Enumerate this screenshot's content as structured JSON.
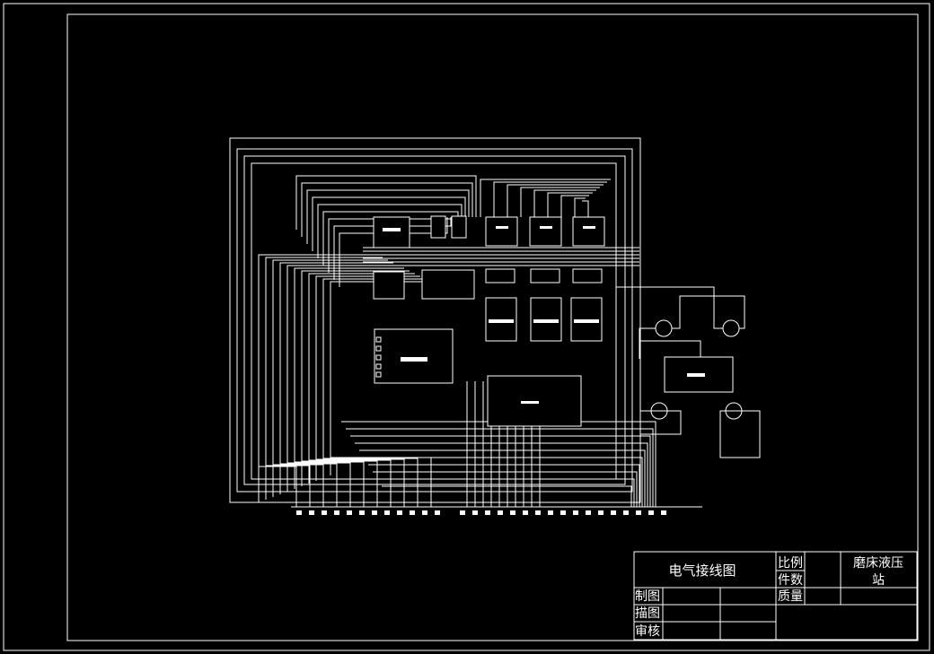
{
  "drawing_title": "电气接线图",
  "product_name_line1": "磨床液压",
  "product_name_line2": "站",
  "labels": {
    "scale": "比例",
    "count": "件数",
    "weight": "质量",
    "drawn": "制图",
    "traced": "描图",
    "checked": "审核"
  },
  "colors": {
    "background": "#000000",
    "lines": "#ffffff"
  }
}
